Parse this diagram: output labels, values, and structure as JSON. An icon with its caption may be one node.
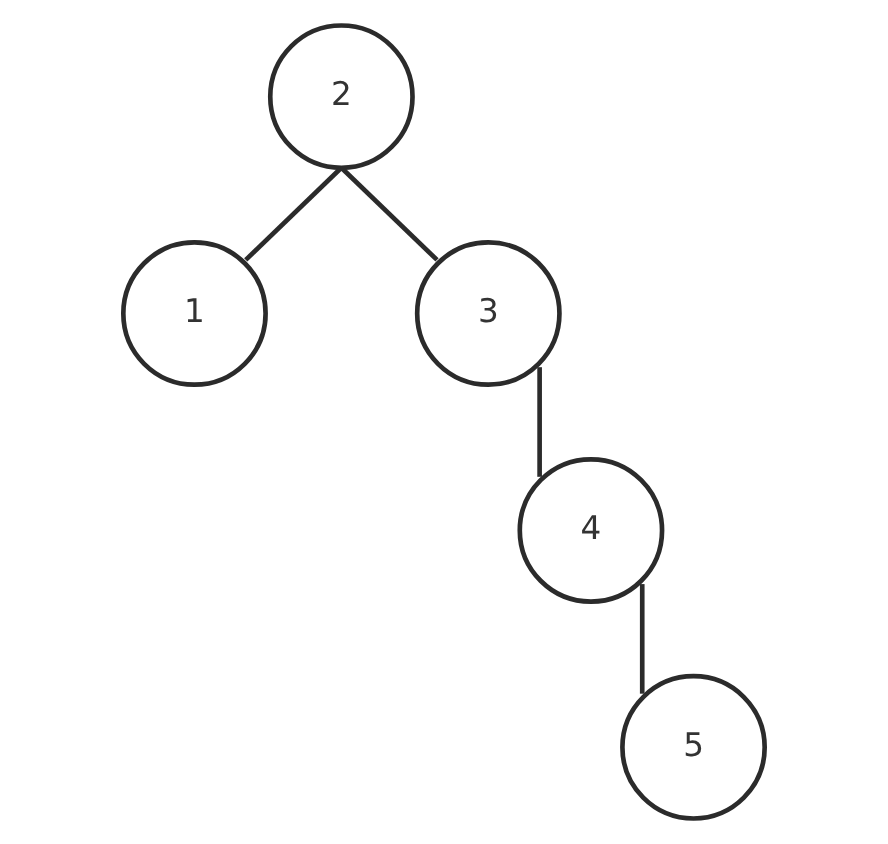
{
  "diagram": {
    "nodes": [
      {
        "text": [
          "2"
        ]
      },
      {
        "text": [
          "1"
        ]
      },
      {
        "text": [
          "3"
        ]
      },
      {
        "text": [
          "4"
        ]
      },
      {
        "text": [
          "5"
        ]
      }
    ],
    "edges": [
      {
        "from": 0,
        "to": 1,
        "arrow": "none"
      },
      {
        "from": 0,
        "to": 2,
        "arrow": "none"
      },
      {
        "from": 2,
        "to": 3,
        "arrow": "none"
      },
      {
        "from": 3,
        "to": 4,
        "arrow": "none"
      }
    ]
  }
}
